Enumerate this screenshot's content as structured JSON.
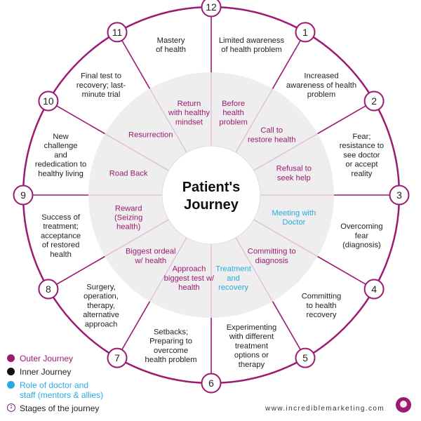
{
  "center_title": [
    "Patient's",
    "Journey"
  ],
  "colors": {
    "outer_journey": "#9c1a72",
    "inner_journey": "#111111",
    "mentors": "#29abe2",
    "stage_ring": "#9c1a72",
    "inner_disc": "#eeeeee"
  },
  "stages": [
    {
      "number": "1",
      "text": [
        "Limited awareness",
        "of health problem"
      ]
    },
    {
      "number": "2",
      "text": [
        "Increased",
        "awareness of health",
        "problem"
      ]
    },
    {
      "number": "3",
      "text": [
        "Fear;",
        "resistance to",
        "see doctor",
        "or accept",
        "reality"
      ]
    },
    {
      "number": "4",
      "text": [
        "Overcoming",
        "fear",
        "(diagnosis)"
      ]
    },
    {
      "number": "5",
      "text": [
        "Committing",
        "to health",
        "recovery"
      ]
    },
    {
      "number": "6",
      "text": [
        "Experimenting",
        "with different",
        "treatment",
        "options or",
        "therapy"
      ]
    },
    {
      "number": "7",
      "text": [
        "Setbacks;",
        "Preparing to",
        "overcome",
        "health problem"
      ]
    },
    {
      "number": "8",
      "text": [
        "Surgery,",
        "operation,",
        "therapy,",
        "alternative",
        "approach"
      ]
    },
    {
      "number": "9",
      "text": [
        "Success of",
        "treatment;",
        "acceptance",
        "of restored",
        "health"
      ]
    },
    {
      "number": "10",
      "text": [
        "New",
        "challenge",
        "and",
        "rededication to",
        "healthy living"
      ]
    },
    {
      "number": "11",
      "text": [
        "Final test to",
        "recovery; last-",
        "minute trial"
      ]
    },
    {
      "number": "12",
      "text": [
        "Mastery",
        "of health"
      ]
    }
  ],
  "inner_labels": [
    {
      "text": [
        "Before",
        "health",
        "problem"
      ],
      "type": "outer"
    },
    {
      "text": [
        "Call to",
        "restore health"
      ],
      "type": "outer"
    },
    {
      "text": [
        "Refusal to",
        "seek help"
      ],
      "type": "outer"
    },
    {
      "text": [
        "Meeting with",
        "Doctor"
      ],
      "type": "mentor"
    },
    {
      "text": [
        "Committing to",
        "diagnosis"
      ],
      "type": "outer"
    },
    {
      "text": [
        "Treatment",
        "and",
        "recovery"
      ],
      "type": "mentor"
    },
    {
      "text": [
        "Approach",
        "biggest test w/",
        "health"
      ],
      "type": "outer"
    },
    {
      "text": [
        "Biggest ordeal",
        "w/ health"
      ],
      "type": "outer"
    },
    {
      "text": [
        "Reward",
        "(Seizing",
        "health)"
      ],
      "type": "outer"
    },
    {
      "text": [
        "Road Back"
      ],
      "type": "outer"
    },
    {
      "text": [
        "Resurrection"
      ],
      "type": "outer"
    },
    {
      "text": [
        "Return",
        "with healthy",
        "mindset"
      ],
      "type": "outer"
    }
  ],
  "legend": [
    {
      "label": "Outer Journey",
      "color": "#9c1a72",
      "kind": "dot"
    },
    {
      "label": "Inner Journey",
      "color": "#111111",
      "kind": "dot"
    },
    {
      "label": "Role of doctor and\nstaff (mentors & allies)",
      "color": "#29abe2",
      "kind": "dot"
    },
    {
      "label": "Stages of the journey",
      "color": "#9c1a72",
      "kind": "stage",
      "marker": "1"
    }
  ],
  "footer": {
    "url": "www.incrediblemarketing.com"
  }
}
